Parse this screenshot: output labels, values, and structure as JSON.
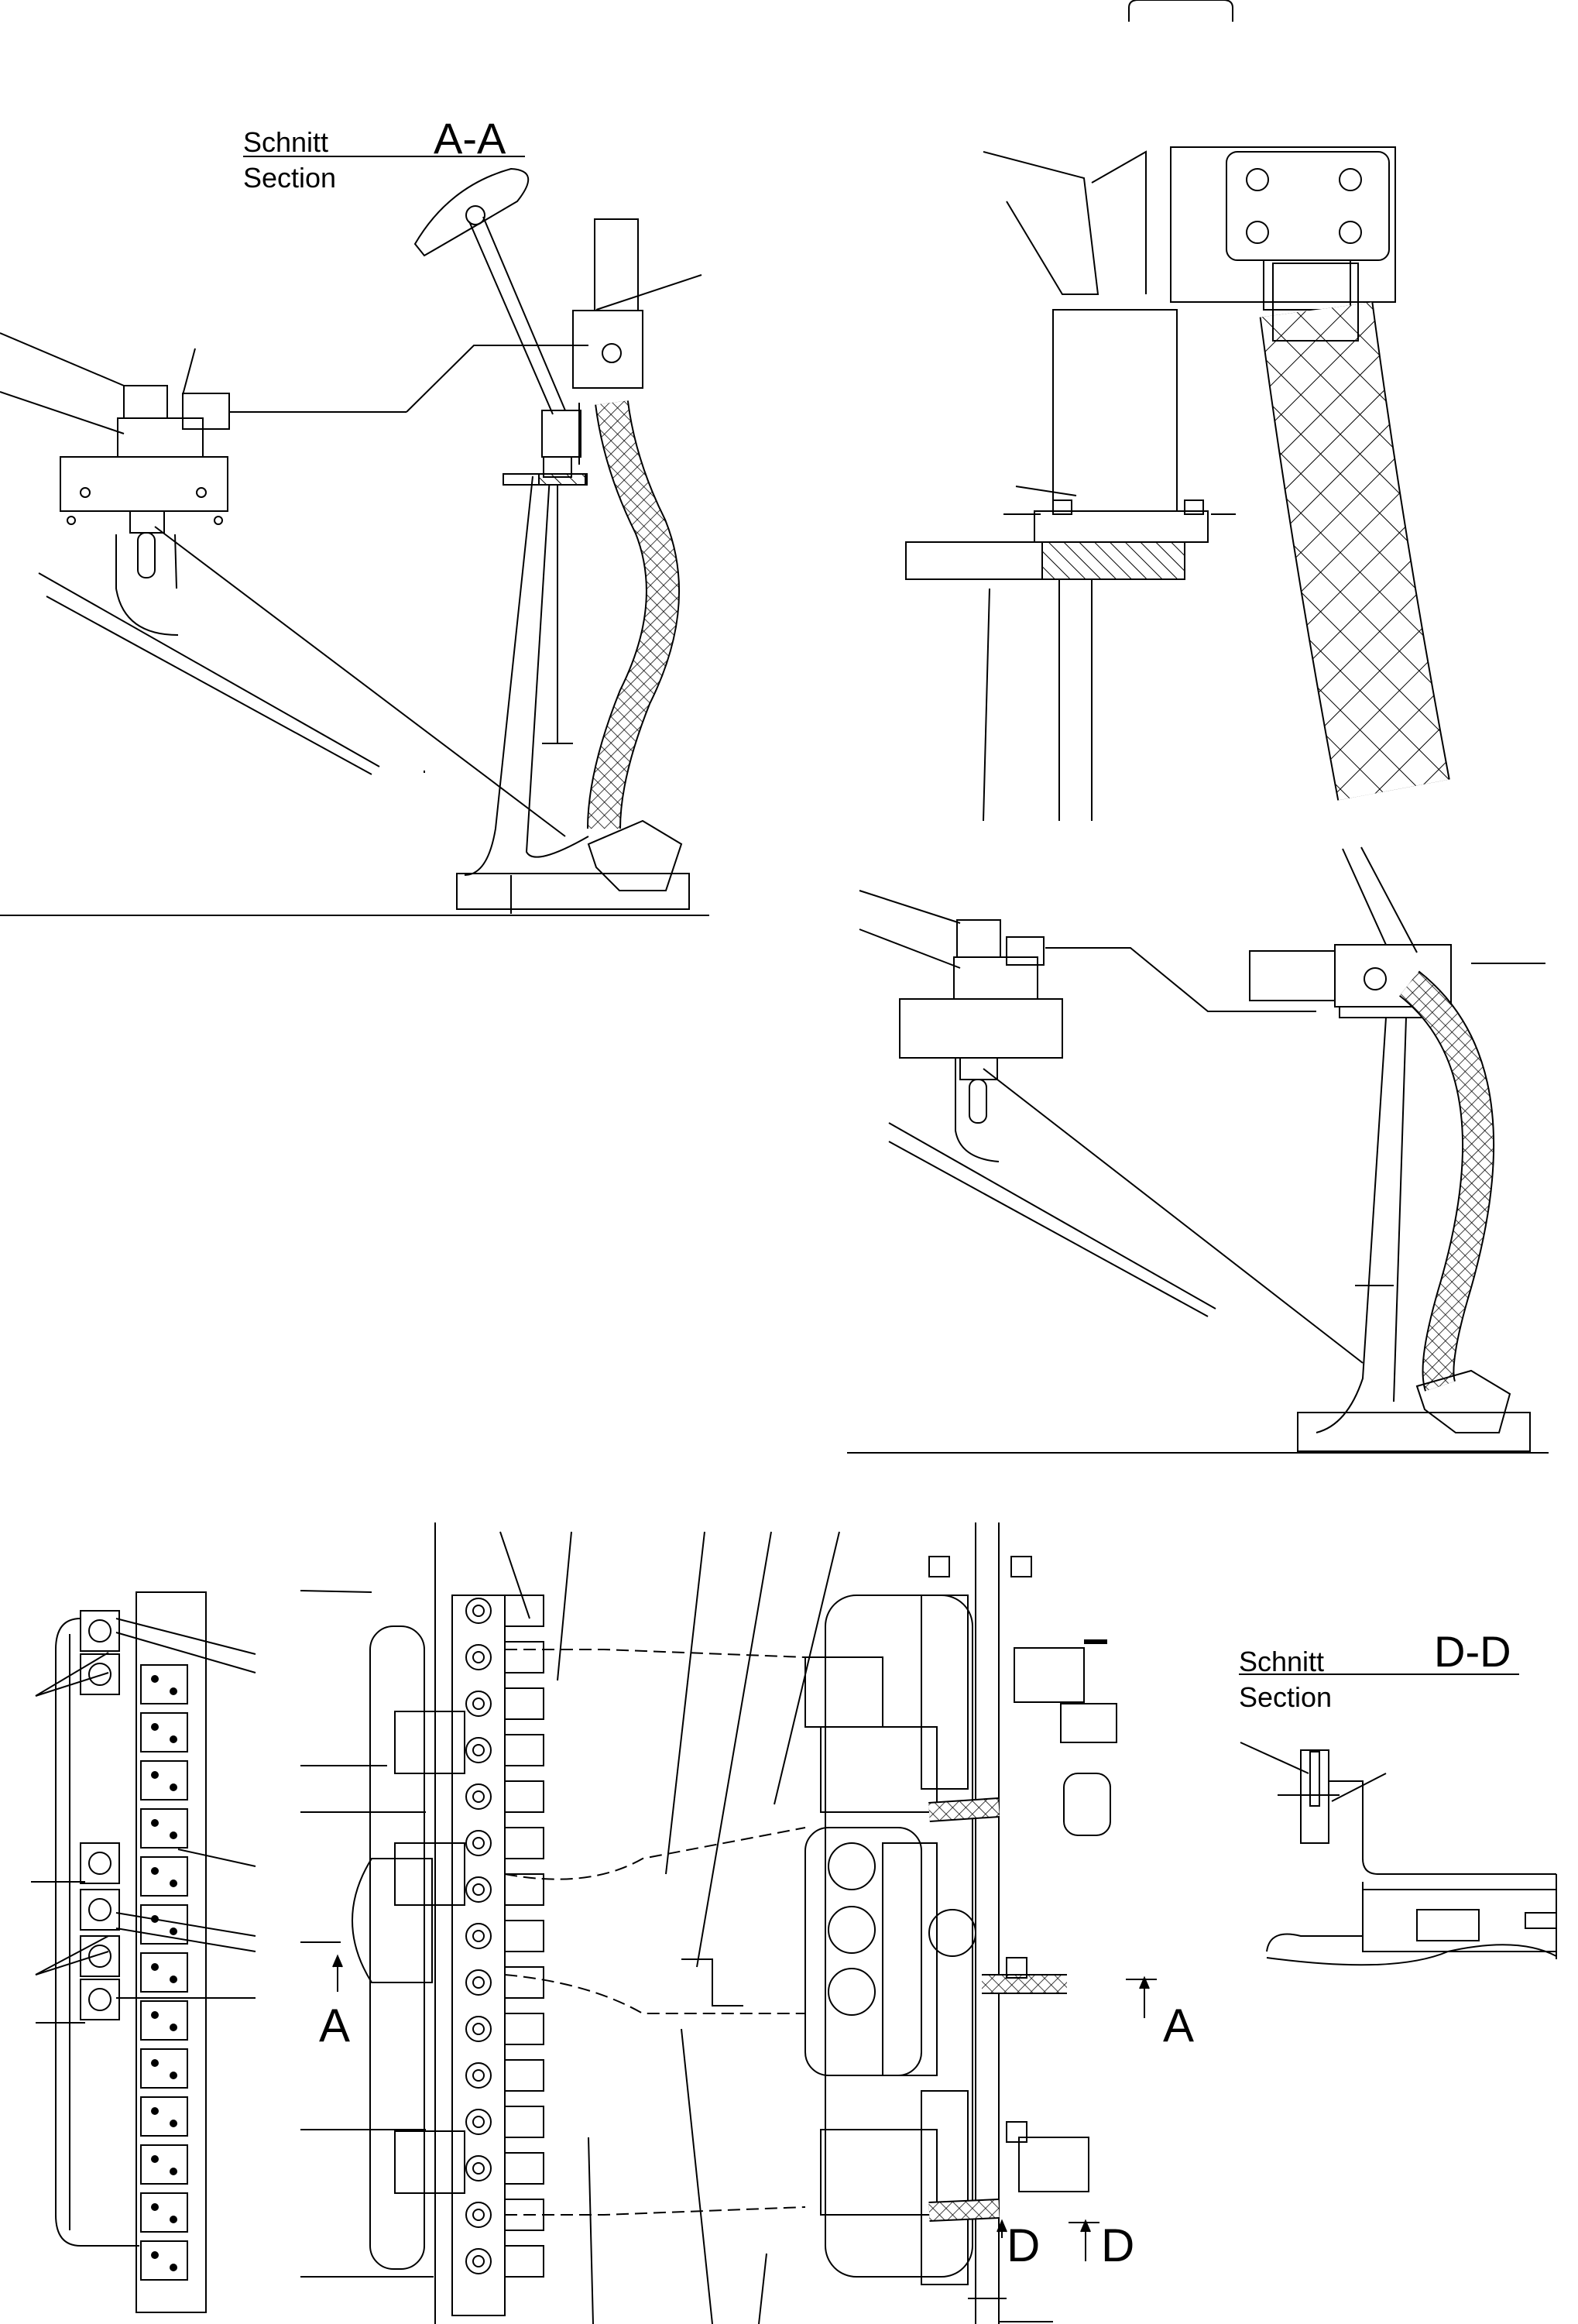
{
  "labels": {
    "section_aa_de": "Schnitt",
    "section_aa_en": "Section",
    "section_aa_id": "A-A",
    "section_dd_de": "Schnitt",
    "section_dd_en": "Section",
    "section_dd_id": "D-D",
    "marker_a": "A",
    "marker_d": "D"
  }
}
